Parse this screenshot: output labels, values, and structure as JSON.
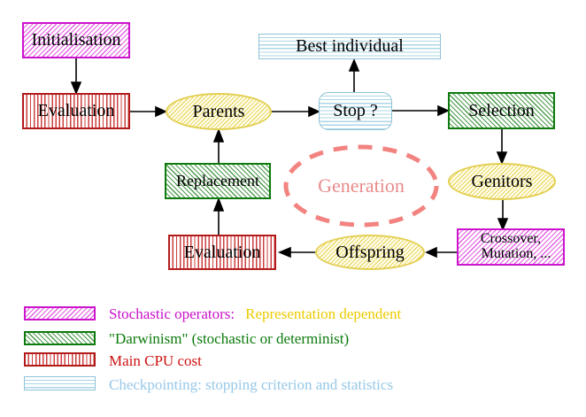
{
  "nodes": {
    "initialisation": "Initialisation",
    "evaluation_top": "Evaluation",
    "parents": "Parents",
    "best_individual": "Best individual",
    "stop": "Stop ?",
    "selection": "Selection",
    "genitors": "Genitors",
    "crossover_line1": "Crossover,",
    "crossover_line2": "Mutation, ...",
    "offspring": "Offspring",
    "evaluation_bottom": "Evaluation",
    "replacement": "Replacement",
    "generation": "Generation"
  },
  "legend": {
    "items": [
      {
        "swatch": "magenta-diagonal-hatch",
        "label": "Stochastic operators:",
        "label_color": "#C911C9",
        "label2": "Representation dependent",
        "label2_color": "#EACB00"
      },
      {
        "swatch": "green-diagonal-hatch",
        "label": "\"Darwinism\" (stochastic or determinist)",
        "label_color": "#0B7A0B"
      },
      {
        "swatch": "red-vertical-stripes",
        "label": "Main CPU cost",
        "label_color": "#CC1111"
      },
      {
        "swatch": "cyan-horizontal-stripes",
        "label": "Checkpointing: stopping criterion and statistics",
        "label_color": "#97C8E8"
      }
    ]
  },
  "colors": {
    "stochastic_magenta_border": "#CC14CC",
    "darwinism_green_border": "#0E7A0E",
    "cpu_red_border": "#B31B1B",
    "checkpoint_cyan_border": "#8FC3D8",
    "population_yellow_border": "#E3CF52",
    "generation_salmon": "#F28380",
    "arrow_black": "#000000",
    "node_text": "#000000",
    "background": "#FFFFFF"
  }
}
